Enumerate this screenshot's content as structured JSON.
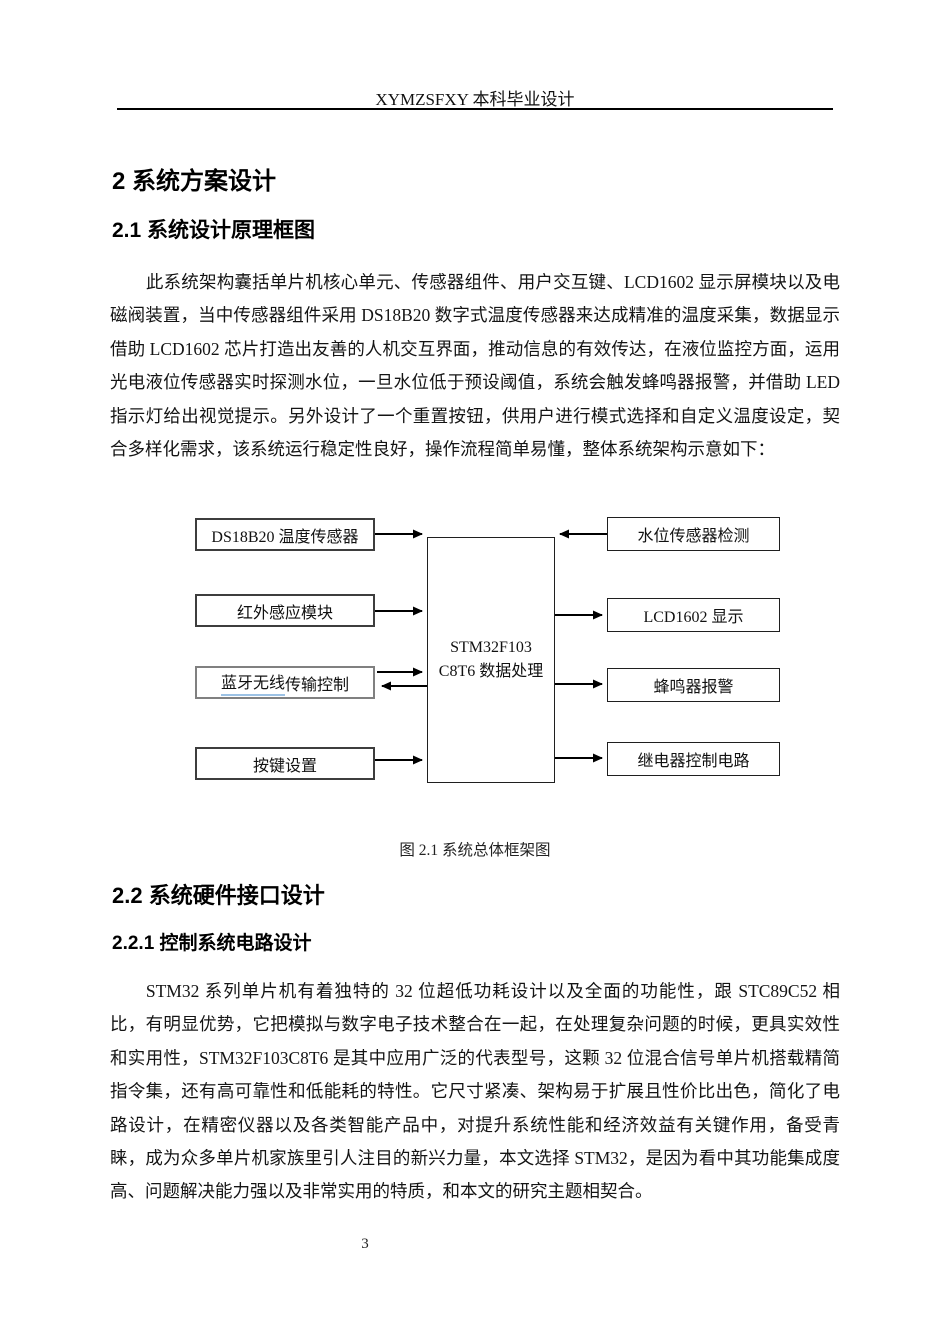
{
  "page": {
    "header_title": "XYMZSFXY 本科毕业设计",
    "page_number": "3"
  },
  "content": {
    "heading_ch2": "2 系统方案设计",
    "heading_2_1": "2.1 系统设计原理框图",
    "paragraph_2_1": "此系统架构囊括单片机核心单元、传感器组件、用户交互键、LCD1602 显示屏模块以及电磁阀装置，当中传感器组件采用 DS18B20 数字式温度传感器来达成精准的温度采集，数据显示借助 LCD1602 芯片打造出友善的人机交互界面，推动信息的有效传达，在液位监控方面，运用光电液位传感器实时探测水位，一旦水位低于预设阈值，系统会触发蜂鸣器报警，并借助 LED 指示灯给出视觉提示。另外设计了一个重置按钮，供用户进行模式选择和自定义温度设定，契合多样化需求，该系统运行稳定性良好，操作流程简单易懂，整体系统架构示意如下：",
    "figure_caption": "图 2.1  系统总体框架图",
    "heading_2_2": "2.2 系统硬件接口设计",
    "heading_2_2_1": "2.2.1 控制系统电路设计",
    "paragraph_2_2_1": "STM32 系列单片机有着独特的 32 位超低功耗设计以及全面的功能性，跟 STC89C52 相比，有明显优势，它把模拟与数字电子技术整合在一起，在处理复杂问题的时候，更具实效性和实用性，STM32F103C8T6 是其中应用广泛的代表型号，这颗 32 位混合信号单片机搭载精简指令集，还有高可靠性和低能耗的特性。它尺寸紧凑、架构易于扩展且性价比出色，简化了电路设计，在精密仪器以及各类智能产品中，对提升系统性能和经济效益有关键作用，备受青睐，成为众多单片机家族里引人注目的新兴力量，本文选择 STM32，是因为看中其功能集成度高、问题解决能力强以及非常实用的特质，和本文的研究主题相契合。"
  },
  "diagram": {
    "left_boxes": [
      {
        "label": "DS18B20 温度传感器"
      },
      {
        "label": "红外感应模块"
      },
      {
        "label_underlined": "蓝牙无线",
        "label_rest": "传输控制"
      },
      {
        "label": "按键设置"
      }
    ],
    "center_box": {
      "line1": "STM32F103",
      "line2": "C8T6 数据处理"
    },
    "right_boxes": [
      {
        "label": "水位传感器检测"
      },
      {
        "label": "LCD1602 显示"
      },
      {
        "label": "蜂鸣器报警"
      },
      {
        "label": "继电器控制电路"
      }
    ],
    "arrow_color": "#000000",
    "underline_color": "#9cc2e5"
  }
}
